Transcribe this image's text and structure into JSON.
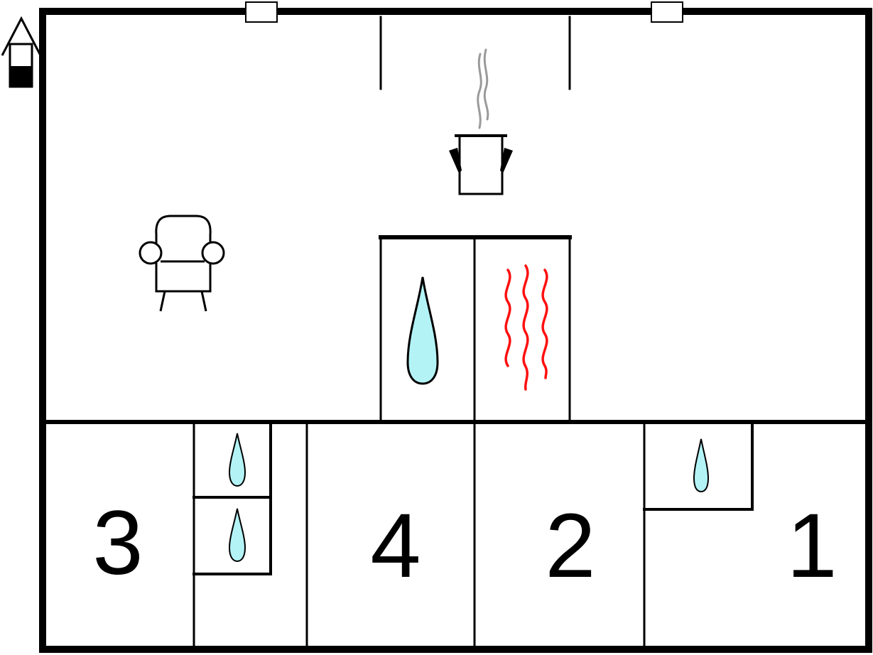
{
  "floor_plan": {
    "rooms": [
      {
        "number": "3"
      },
      {
        "number": "4"
      },
      {
        "number": "2"
      },
      {
        "number": "1"
      }
    ],
    "icons": [
      "house-entrance-icon",
      "window-icon",
      "armchair-icon",
      "cooking-pot-icon",
      "water-drop-icon",
      "heating-icon"
    ],
    "colors": {
      "walls": "#000000",
      "water": "#b3f3f6",
      "heating": "#ff1010",
      "steam": "#9a9a9a"
    }
  }
}
